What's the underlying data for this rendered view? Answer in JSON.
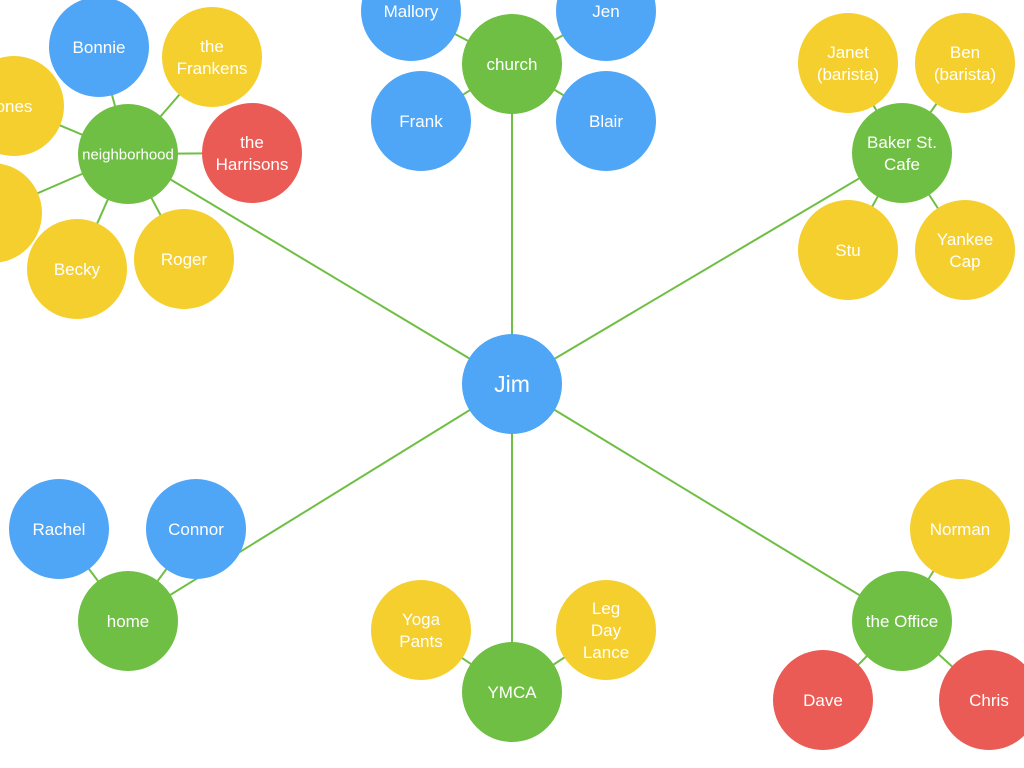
{
  "colors": {
    "person_blue": "#4fa5f6",
    "hub_green": "#6fbf44",
    "yellow": "#f5cf2e",
    "red": "#ea5b55",
    "edge_green": "#6fbf44"
  },
  "nodes": {
    "jim": {
      "lines": [
        "Jim"
      ],
      "color": "person_blue"
    },
    "church": {
      "lines": [
        "church"
      ],
      "color": "hub_green"
    },
    "mallory": {
      "lines": [
        "Mallory"
      ],
      "color": "person_blue"
    },
    "jen": {
      "lines": [
        "Jen"
      ],
      "color": "person_blue"
    },
    "frank": {
      "lines": [
        "Frank"
      ],
      "color": "person_blue"
    },
    "blair": {
      "lines": [
        "Blair"
      ],
      "color": "person_blue"
    },
    "neighborhood": {
      "lines": [
        "neighborhood"
      ],
      "color": "hub_green"
    },
    "bonnie": {
      "lines": [
        "Bonnie"
      ],
      "color": "person_blue"
    },
    "the-frankens": {
      "lines": [
        "the",
        "Frankens"
      ],
      "color": "yellow"
    },
    "jones": {
      "lines": [
        "ones"
      ],
      "color": "yellow"
    },
    "the-harrisons": {
      "lines": [
        "the",
        "Harrisons"
      ],
      "color": "red"
    },
    "cut-yellow": {
      "lines": [],
      "color": "yellow"
    },
    "becky": {
      "lines": [
        "Becky"
      ],
      "color": "yellow"
    },
    "roger": {
      "lines": [
        "Roger"
      ],
      "color": "yellow"
    },
    "baker-st-cafe": {
      "lines": [
        "Baker St.",
        "Cafe"
      ],
      "color": "hub_green"
    },
    "janet": {
      "lines": [
        "Janet",
        "(barista)"
      ],
      "color": "yellow"
    },
    "ben": {
      "lines": [
        "Ben",
        "(barista)"
      ],
      "color": "yellow"
    },
    "stu": {
      "lines": [
        "Stu"
      ],
      "color": "yellow"
    },
    "yankee-cap": {
      "lines": [
        "Yankee",
        "Cap"
      ],
      "color": "yellow"
    },
    "home": {
      "lines": [
        "home"
      ],
      "color": "hub_green"
    },
    "rachel": {
      "lines": [
        "Rachel"
      ],
      "color": "person_blue"
    },
    "connor": {
      "lines": [
        "Connor"
      ],
      "color": "person_blue"
    },
    "ymca": {
      "lines": [
        "YMCA"
      ],
      "color": "hub_green"
    },
    "yoga-pants": {
      "lines": [
        "Yoga",
        "Pants"
      ],
      "color": "yellow"
    },
    "leg-day-lance": {
      "lines": [
        "Leg",
        "Day",
        "Lance"
      ],
      "color": "yellow"
    },
    "the-office": {
      "lines": [
        "the Office"
      ],
      "color": "hub_green"
    },
    "norman": {
      "lines": [
        "Norman"
      ],
      "color": "yellow"
    },
    "dave": {
      "lines": [
        "Dave"
      ],
      "color": "red"
    },
    "chris": {
      "lines": [
        "Chris"
      ],
      "color": "red"
    }
  },
  "edges": [
    [
      "jim",
      "church"
    ],
    [
      "jim",
      "neighborhood"
    ],
    [
      "jim",
      "baker-st-cafe"
    ],
    [
      "jim",
      "home"
    ],
    [
      "jim",
      "ymca"
    ],
    [
      "jim",
      "the-office"
    ],
    [
      "church",
      "mallory"
    ],
    [
      "church",
      "jen"
    ],
    [
      "church",
      "frank"
    ],
    [
      "church",
      "blair"
    ],
    [
      "neighborhood",
      "bonnie"
    ],
    [
      "neighborhood",
      "the-frankens"
    ],
    [
      "neighborhood",
      "jones"
    ],
    [
      "neighborhood",
      "the-harrisons"
    ],
    [
      "neighborhood",
      "cut-yellow"
    ],
    [
      "neighborhood",
      "becky"
    ],
    [
      "neighborhood",
      "roger"
    ],
    [
      "baker-st-cafe",
      "janet"
    ],
    [
      "baker-st-cafe",
      "ben"
    ],
    [
      "baker-st-cafe",
      "stu"
    ],
    [
      "baker-st-cafe",
      "yankee-cap"
    ],
    [
      "home",
      "rachel"
    ],
    [
      "home",
      "connor"
    ],
    [
      "ymca",
      "yoga-pants"
    ],
    [
      "ymca",
      "leg-day-lance"
    ],
    [
      "the-office",
      "norman"
    ],
    [
      "the-office",
      "dave"
    ],
    [
      "the-office",
      "chris"
    ]
  ]
}
